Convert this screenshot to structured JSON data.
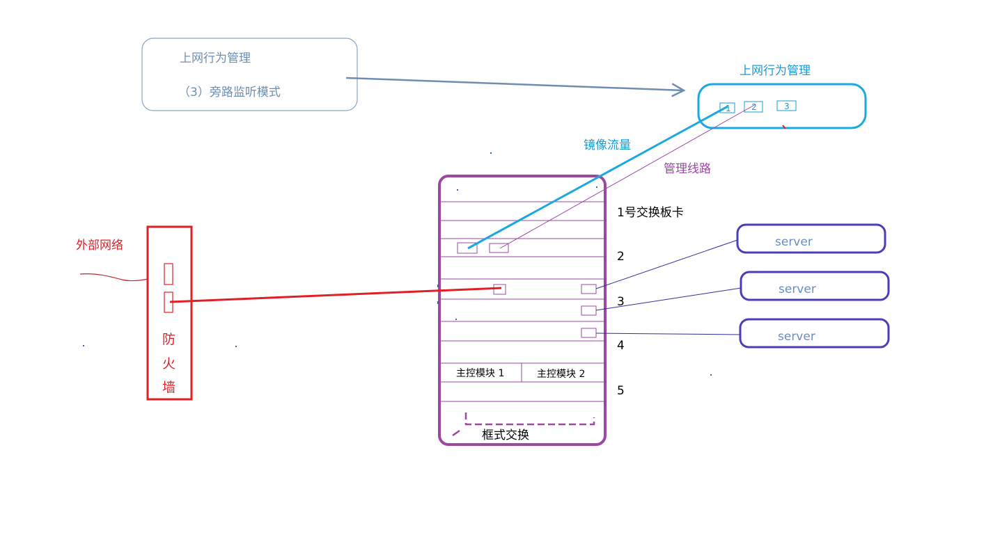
{
  "note_box": {
    "title": "上网行为管理",
    "mode": "（3）旁路监听模式"
  },
  "behavior_device": {
    "label": "上网行为管理",
    "ports": [
      "1",
      "2",
      "3"
    ]
  },
  "links": {
    "mirror": "镜像流量",
    "management": "管理线路"
  },
  "switch": {
    "caption": "框式交换",
    "card_labels": [
      "1号交换板卡",
      "2",
      "3",
      "4",
      "5"
    ],
    "control_module_1": "主控模块 1",
    "control_module_2": "主控模块 2"
  },
  "firewall": {
    "chars": [
      "防",
      "火",
      "墙"
    ]
  },
  "external": {
    "label": "外部网络"
  },
  "servers": [
    "server",
    "server",
    "server"
  ],
  "colors": {
    "note_box": "#6f8db1",
    "behavior": "#1b9bd8",
    "switch": "#9b48a3",
    "firewall": "#e21f26",
    "server": "#4a3dba",
    "server_text": "#6a8cc0"
  }
}
